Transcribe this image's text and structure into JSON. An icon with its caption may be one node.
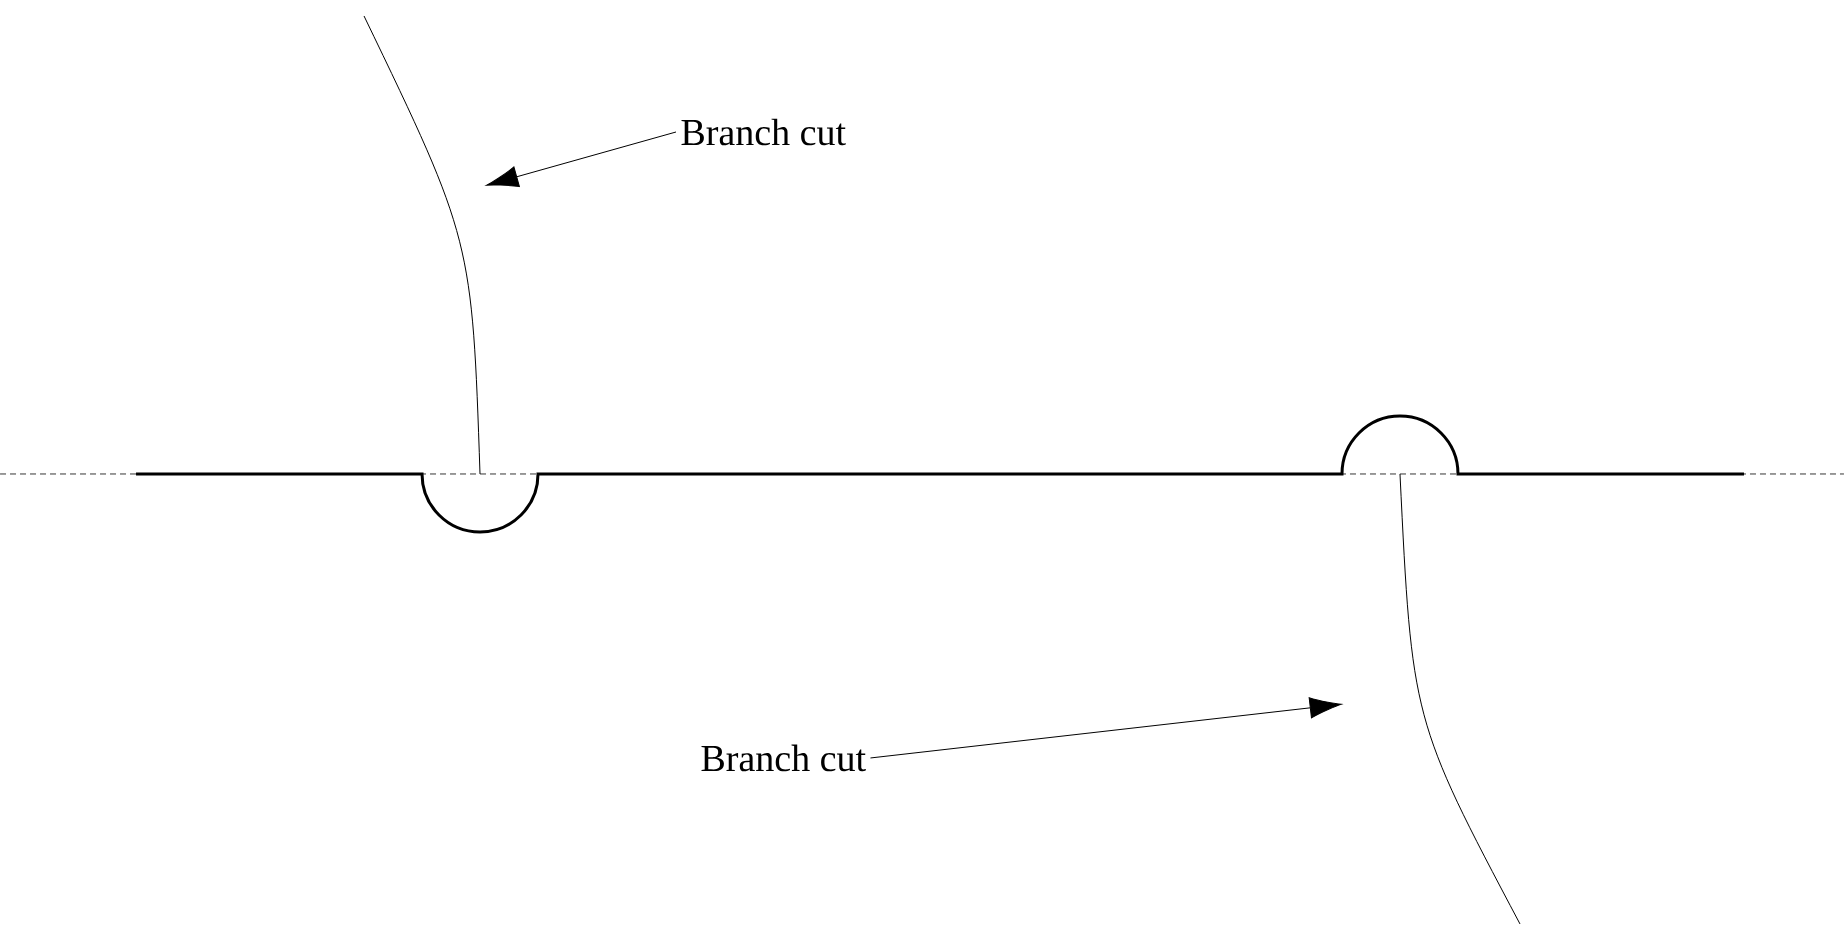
{
  "diagram": {
    "nodes": [
      {
        "text": [
          "Branch cut"
        ]
      },
      {
        "text": [],
        "shape": "curve"
      },
      {
        "text": [
          "Branch cut"
        ]
      },
      {
        "text": [],
        "shape": "curve"
      }
    ],
    "edges": [
      {
        "from": 0,
        "to": 1,
        "arrow": "to"
      },
      {
        "from": 2,
        "to": 3,
        "arrow": "to"
      }
    ]
  }
}
